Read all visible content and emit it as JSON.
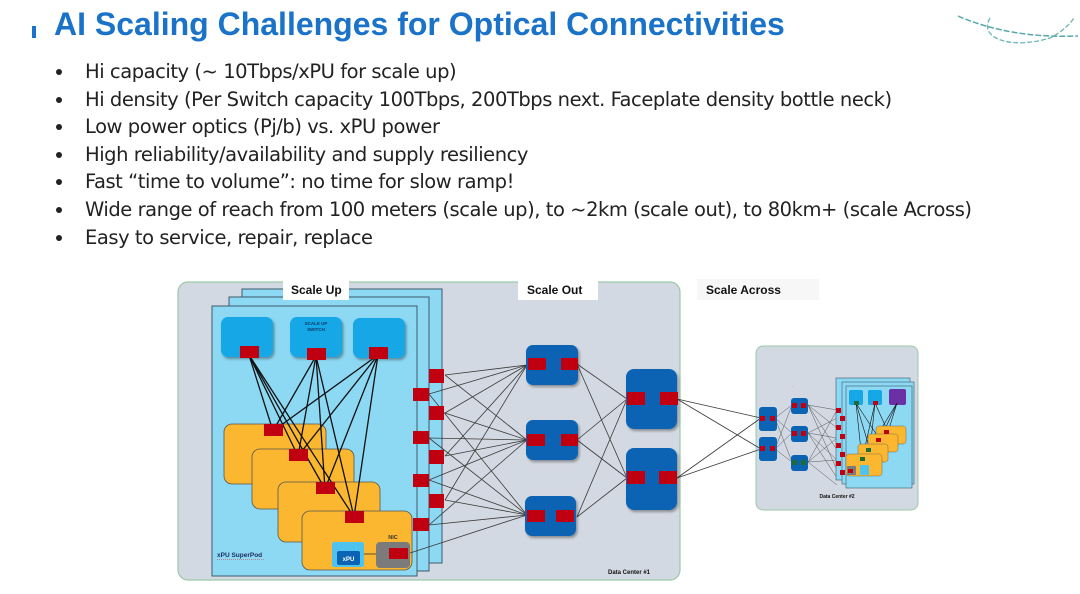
{
  "slide": {
    "title": "AI Scaling Challenges for Optical Connectivities",
    "bullets": [
      "Hi capacity (~ 10Tbps/xPU for scale up)",
      "Hi density (Per Switch capacity 100Tbps, 200Tbps next.  Faceplate density bottle neck)",
      "Low power optics (Pj/b) vs. xPU power",
      "High reliability/availability and supply resiliency",
      "Fast “time to volume”: no time for slow ramp!",
      "Wide range of reach from 100 meters (scale up), to ~2km (scale out), to 80km+ (scale Across)",
      "Easy to service, repair, replace"
    ]
  },
  "diagram": {
    "section_labels": {
      "scale_up": "Scale Up",
      "scale_out": "Scale Out",
      "scale_across": "Scale Across"
    },
    "scale_up_switch_label": [
      "SCALE UP",
      "SWITCH"
    ],
    "superpod_label": "xPU SuperPod",
    "nic_label": "NIC",
    "xpu_label": "xPU",
    "dc1_label": "Data Center #1",
    "dc2_label": "Data Center #2",
    "colors": {
      "title_blue": "#1a73c8",
      "dc_panel": "#d3d9e2",
      "pod_panel": "#8dd8f3",
      "switch_light": "#16a7e6",
      "switch_dark": "#0a63b3",
      "port_red": "#c00010",
      "xpu_orange": "#fbb72f",
      "nic_gray": "#7b7b7b",
      "purple": "#6b2fa6",
      "green_port": "#1d6b3a"
    }
  }
}
